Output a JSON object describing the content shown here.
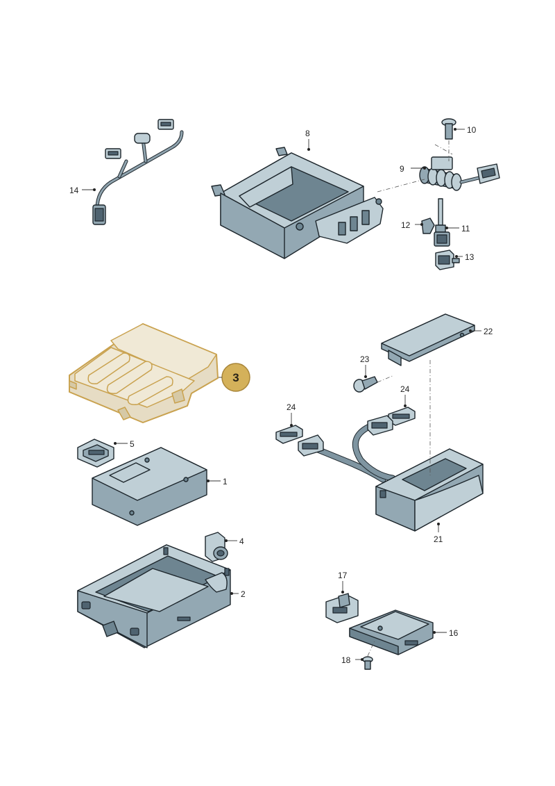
{
  "callouts": [
    {
      "id": "p1",
      "number": "1"
    },
    {
      "id": "p2",
      "number": "2"
    },
    {
      "id": "p3",
      "number": "3"
    },
    {
      "id": "p4",
      "number": "4"
    },
    {
      "id": "p5",
      "number": "5"
    },
    {
      "id": "p8",
      "number": "8"
    },
    {
      "id": "p9",
      "number": "9"
    },
    {
      "id": "p10",
      "number": "10"
    },
    {
      "id": "p11",
      "number": "11"
    },
    {
      "id": "p12",
      "number": "12"
    },
    {
      "id": "p13",
      "number": "13"
    },
    {
      "id": "p14",
      "number": "14"
    },
    {
      "id": "p16",
      "number": "16"
    },
    {
      "id": "p17",
      "number": "17"
    },
    {
      "id": "p18",
      "number": "18"
    },
    {
      "id": "p21",
      "number": "21"
    },
    {
      "id": "p22",
      "number": "22"
    },
    {
      "id": "p23",
      "number": "23"
    },
    {
      "id": "p24a",
      "number": "24"
    },
    {
      "id": "p24b",
      "number": "24"
    }
  ],
  "highlight": {
    "number": "3",
    "color": "#c9a24f",
    "badge_fill": "#d4b15a"
  },
  "colors": {
    "part": "#93a8b3",
    "part_light": "#bfcfd6",
    "highlight_fill": "#e6dcc4",
    "outline": "#1d262c"
  }
}
